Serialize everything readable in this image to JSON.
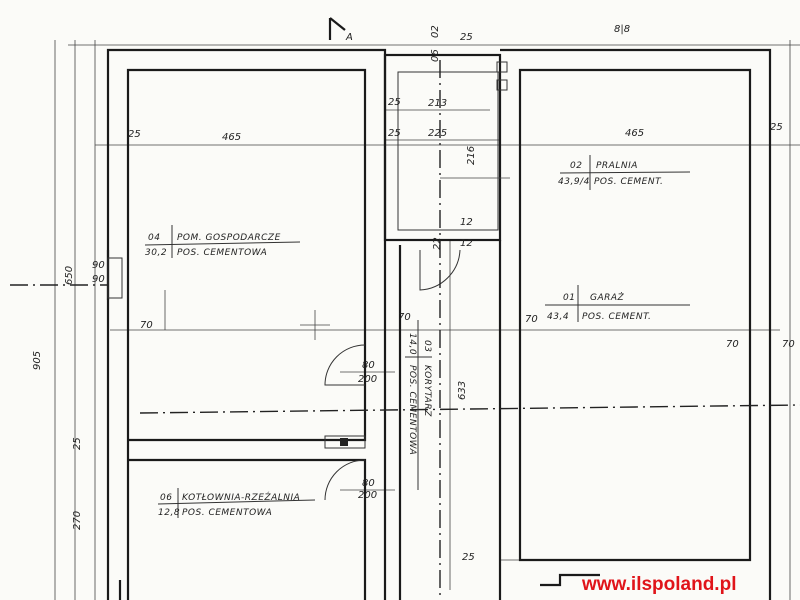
{
  "rooms": [
    {
      "number": "04",
      "name": "POM. GOSPODARCZE",
      "area": "30,2",
      "finish": "POS. CEMENTOWA"
    },
    {
      "number": "02",
      "name": "PRALNIA",
      "area": "43,9/4",
      "finish": "POS. CEMENT."
    },
    {
      "number": "01",
      "name": "GARAŻ",
      "area": "43,4",
      "finish": "POS. CEMENT."
    },
    {
      "number": "03",
      "name": "KORYTARZ",
      "area": "14,0",
      "finish": "POS. CEMENTOWA"
    },
    {
      "number": "06",
      "name": "KOTŁOWNIA-RZEŹALNIA",
      "area": "12,8",
      "finish": "POS. CEMENTOWA"
    }
  ],
  "dimensions": {
    "room04_width": "465",
    "wall_left": "25",
    "wall_mid_a": "25",
    "wall_mid_b": "25",
    "room02_w1": "213",
    "room02_w2": "225",
    "room02_h": "216",
    "garage_width": "465",
    "wall_right": "25",
    "height_650": "650",
    "height_905": "905",
    "win_90a": "90",
    "win_90b": "90",
    "d70_left": "70",
    "d70_corr": "70",
    "door1_w": "80",
    "door1_h": "200",
    "door2_w": "80",
    "door2_h": "200",
    "corr_len": "633",
    "d70_gar": "70",
    "d70_right": "70",
    "d70_gar_left": "70",
    "wall_25_left": "25",
    "height_270": "270",
    "top_02": "02",
    "top_06": "06",
    "top_88": "8|8",
    "top_25": "25",
    "bottom_25": "25",
    "door_12a": "12",
    "door_12b": "12",
    "door_22": "22"
  },
  "section_mark": "A",
  "watermark": "www.ilspoland.pl"
}
